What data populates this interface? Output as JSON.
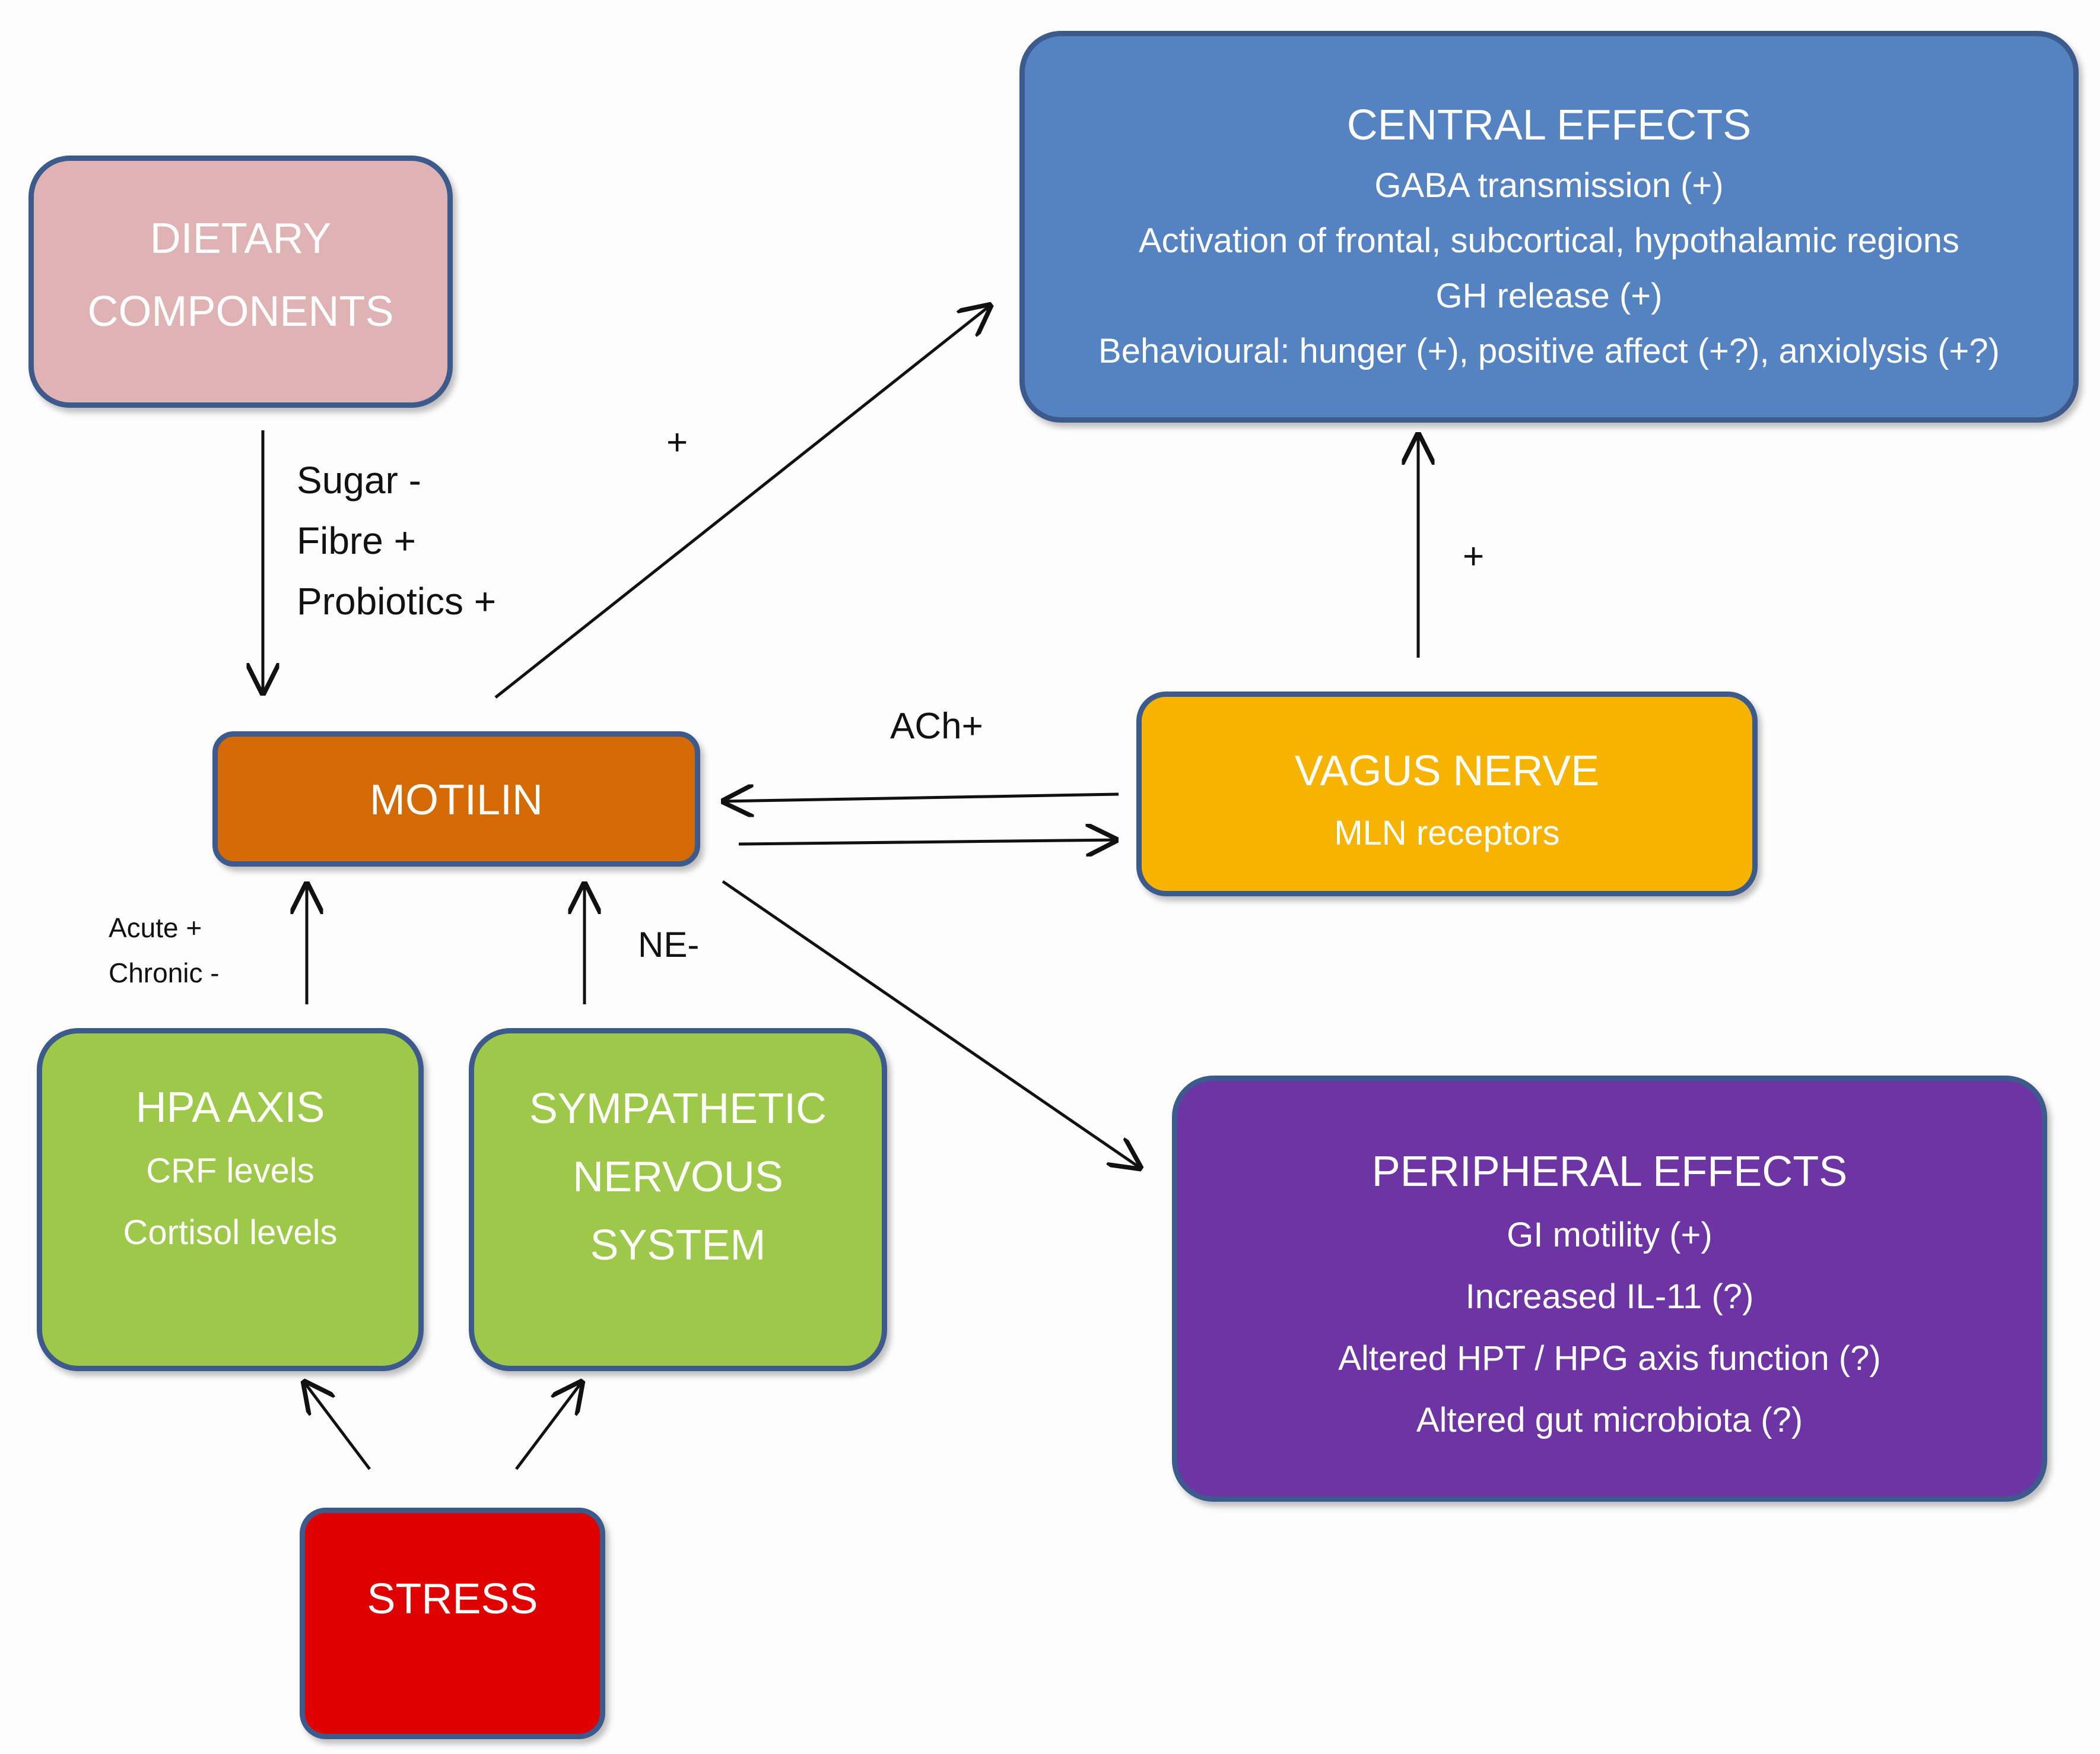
{
  "colors": {
    "dietary": "#dfb3b3",
    "motilin": "#d46a04",
    "central": "#5583c1",
    "vagus": "#f6b400",
    "hpa": "#9dc84a",
    "sympathetic": "#9dc84a",
    "peripheral": "#6d34a3",
    "stress": "#df0000",
    "border": "#3d5a8c"
  },
  "boxes": {
    "dietary": {
      "lines": [
        "DIETARY",
        "COMPONENTS"
      ]
    },
    "motilin": {
      "title": "MOTILIN"
    },
    "central": {
      "title": "CENTRAL EFFECTS",
      "lines": [
        "GABA transmission (+)",
        "Activation of frontal, subcortical, hypothalamic regions",
        "GH release (+)",
        "Behavioural: hunger (+), positive affect (+?), anxiolysis (+?)"
      ]
    },
    "vagus": {
      "title": "VAGUS NERVE",
      "lines": [
        "MLN receptors"
      ]
    },
    "hpa": {
      "title": "HPA AXIS",
      "lines": [
        "CRF levels",
        "Cortisol levels"
      ]
    },
    "sympathetic": {
      "lines": [
        "SYMPATHETIC",
        "NERVOUS",
        "SYSTEM"
      ]
    },
    "peripheral": {
      "title": "PERIPHERAL EFFECTS",
      "lines": [
        "GI motility (+)",
        "Increased IL-11 (?)",
        "Altered HPT / HPG axis function (?)",
        "Altered gut microbiota (?)"
      ]
    },
    "stress": {
      "title": "STRESS"
    }
  },
  "labels": {
    "diet_effects": [
      "Sugar -",
      "Fibre +",
      "Probiotics +"
    ],
    "motilin_to_central": "+",
    "vagus_to_central": "+",
    "ach": "ACh+",
    "hpa_effects": [
      "Acute +",
      "Chronic -"
    ],
    "ne": "NE-"
  }
}
